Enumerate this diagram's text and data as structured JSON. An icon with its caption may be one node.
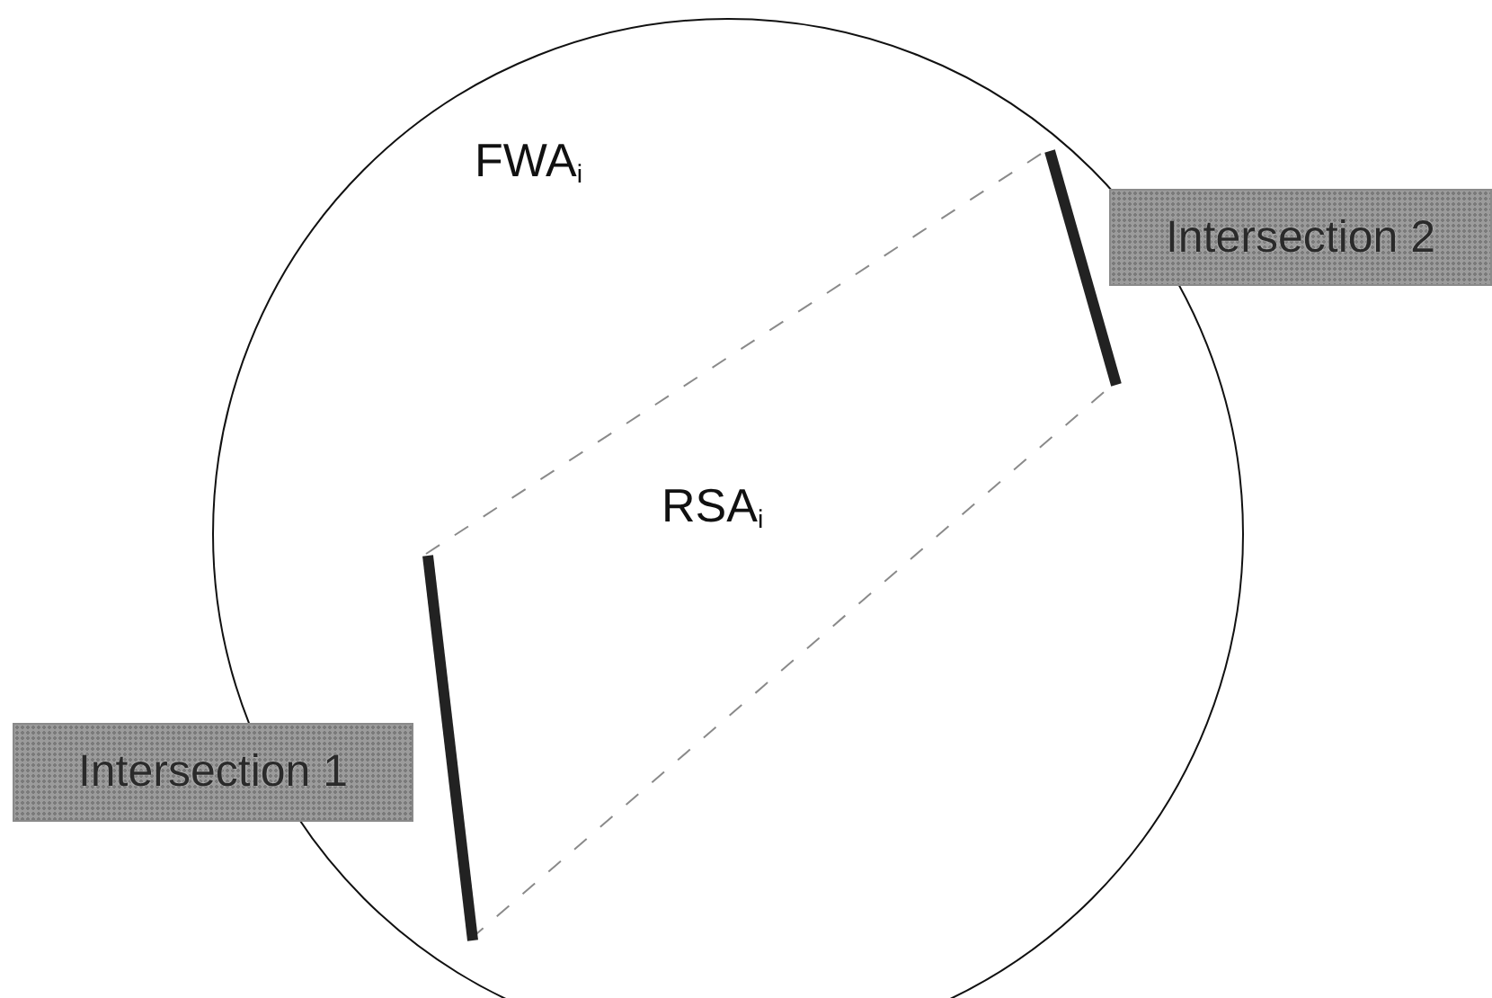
{
  "diagram": {
    "nodes": [
      {
        "text": [
          "FWA$_{i}$"
        ]
      },
      {
        "text": [
          "Intersection 1"
        ]
      },
      {
        "text": [
          "Intersection 2"
        ]
      },
      {
        "text": [],
        "shape": "bar",
        "in": 0
      },
      {
        "text": [],
        "shape": "bar",
        "in": 0
      }
    ],
    "edges": [
      {
        "from": 3,
        "to": 4,
        "arrow": "none",
        "style": "dashed"
      },
      {
        "from": 3,
        "to": 4,
        "arrow": "none",
        "style": "dashed"
      }
    ],
    "labels": [
      "RSA$_{i}$"
    ]
  }
}
